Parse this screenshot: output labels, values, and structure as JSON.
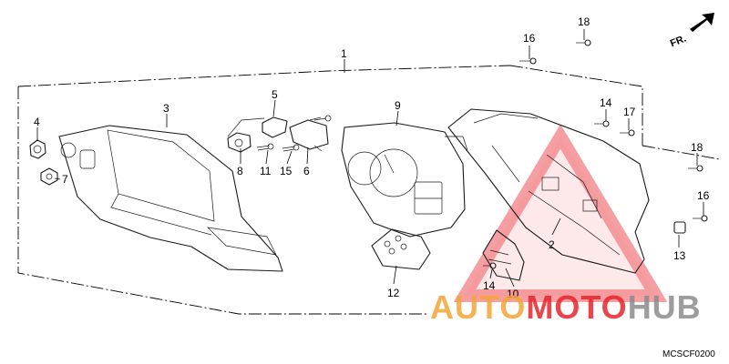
{
  "diagram": {
    "direction_label": "FR.",
    "drawing_code": "MCSCF0200",
    "watermark": {
      "part1": "AUTO",
      "part2": "MOTO",
      "part3": "HUB",
      "color_orange": "#f3a538",
      "color_red": "#e8242b",
      "color_gray": "#8c8c8c"
    },
    "callouts": [
      "1",
      "2",
      "3",
      "4",
      "5",
      "6",
      "7",
      "8",
      "9",
      "10",
      "11",
      "12",
      "13",
      "14",
      "14",
      "15",
      "16",
      "16",
      "17",
      "18",
      "18"
    ]
  }
}
